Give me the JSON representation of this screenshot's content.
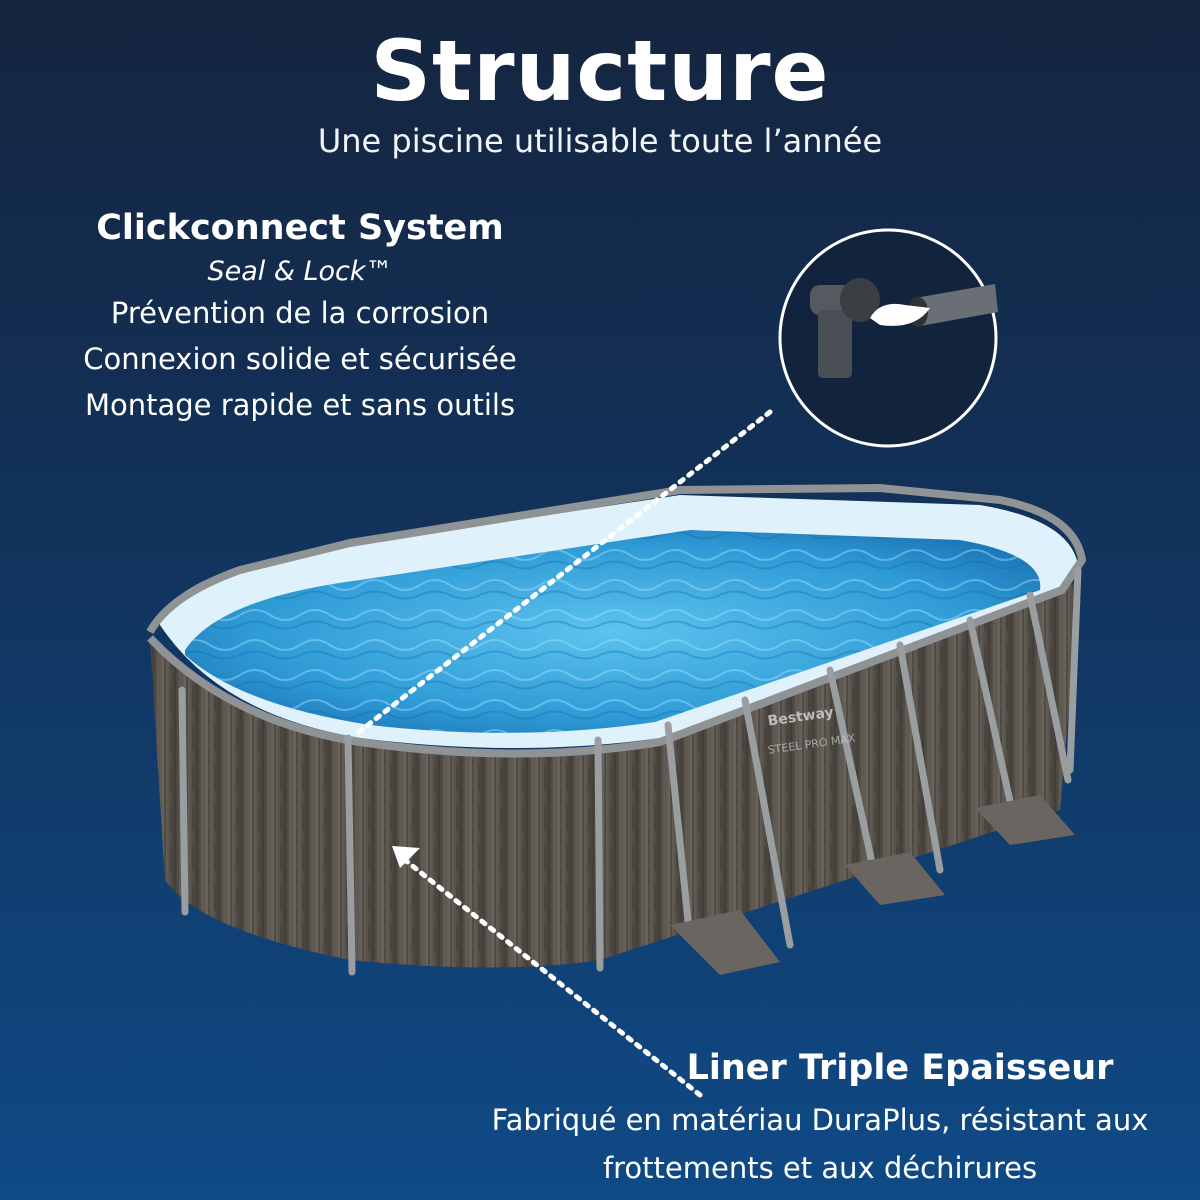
{
  "header": {
    "title": "Structure",
    "subtitle": "Une piscine utilisable toute l’année"
  },
  "features": {
    "clickconnect": {
      "heading": "Clickconnect System",
      "trademark": "Seal & Lock™",
      "lines": [
        "Prévention de la corrosion",
        "Connexion solide et sécurisée",
        "Montage rapide et sans outils"
      ]
    },
    "liner": {
      "heading": "Liner Triple Epaisseur",
      "lines": [
        "Fabriqué en matériau DuraPlus, résistant aux",
        "frottements et aux déchirures"
      ]
    }
  },
  "product_branding": {
    "brand": "Bestway",
    "model": "STEEL PRO MAX"
  },
  "colors": {
    "background_top": "#15253f",
    "background_bottom": "#0f4a86",
    "water": "#3aa6dc",
    "wall_wood": "#5e5850",
    "frame": "#8f9396"
  }
}
